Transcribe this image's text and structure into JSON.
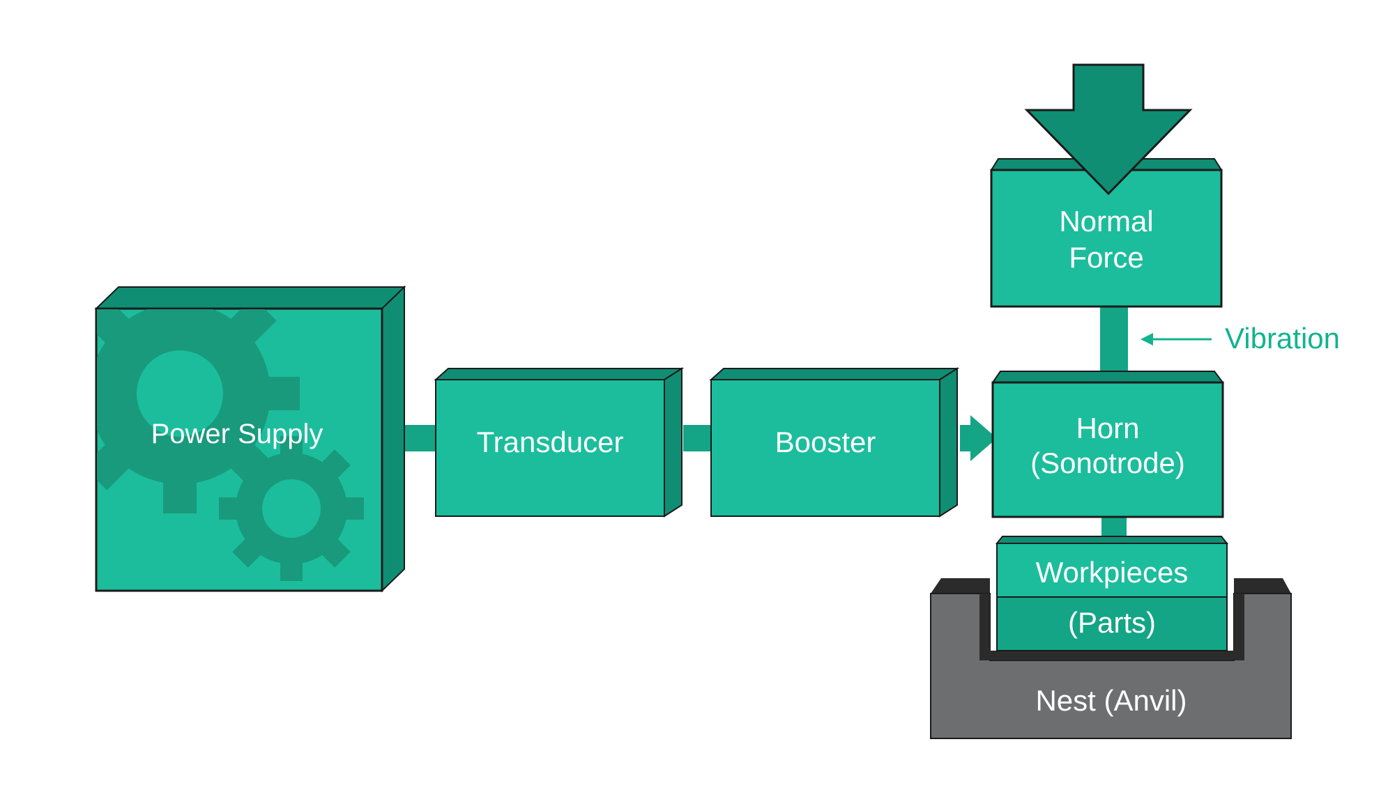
{
  "diagram": {
    "labels": {
      "power_supply": "Power Supply",
      "transducer": "Transducer",
      "booster": "Booster",
      "normal_force_line1": "Normal",
      "normal_force_line2": "Force",
      "vibration": "Vibration",
      "horn_line1": "Horn",
      "horn_line2": "(Sonotrode)",
      "workpieces_line1": "Workpieces",
      "workpieces_line2": "(Parts)",
      "nest": "Nest (Anvil)"
    },
    "colors": {
      "teal_light": "#1bbd9c",
      "teal_mid": "#13a585",
      "teal_dark": "#0f8e74",
      "gear": "#199a7c",
      "outline": "#1a1a1a",
      "nest_gray": "#6d6e70",
      "nest_dark": "#2b2b2b",
      "vibration_text": "#12b38f"
    },
    "icons": {
      "power_supply_decoration": "gears-icon",
      "force_indicator": "down-arrow-icon",
      "vibration_indicator": "left-arrow-icon"
    }
  }
}
